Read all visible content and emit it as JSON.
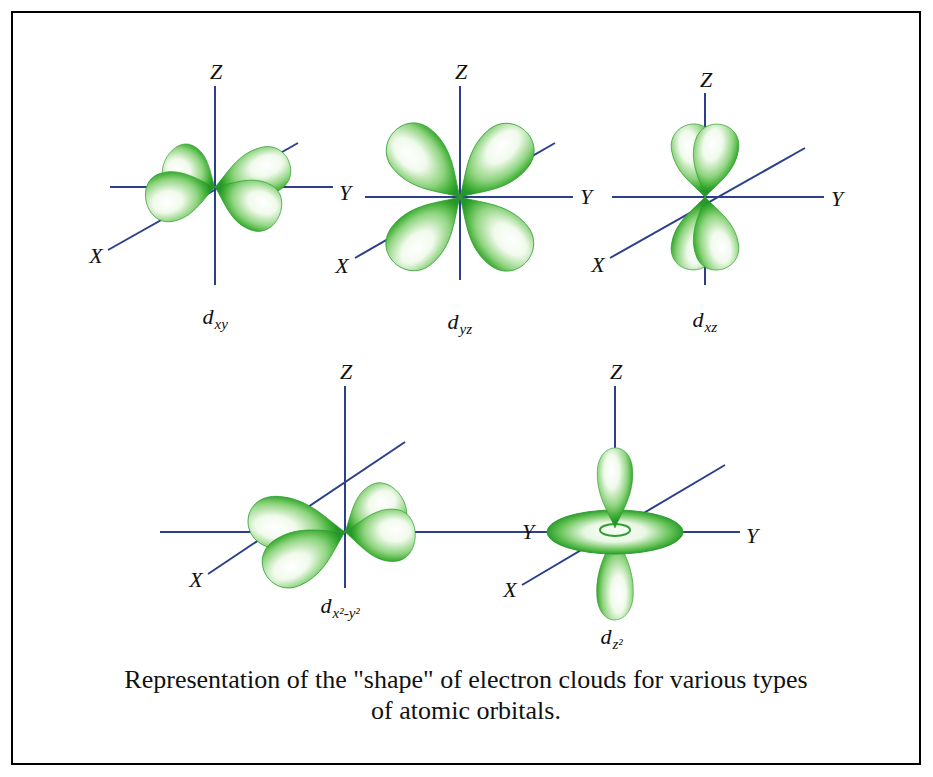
{
  "diagram": {
    "caption": "Representation of the \"shape\" of electron clouds for various types of atomic orbitals.",
    "labels": [
      "Z",
      "Y",
      "X",
      "d",
      "xy",
      "Z",
      "Y",
      "X",
      "d",
      "yz",
      "Z",
      "Y",
      "X",
      "d",
      "xz",
      "Z",
      "Y",
      "X",
      "d",
      "x²-y²",
      "Z",
      "Y",
      "X",
      "d",
      "z²"
    ]
  }
}
